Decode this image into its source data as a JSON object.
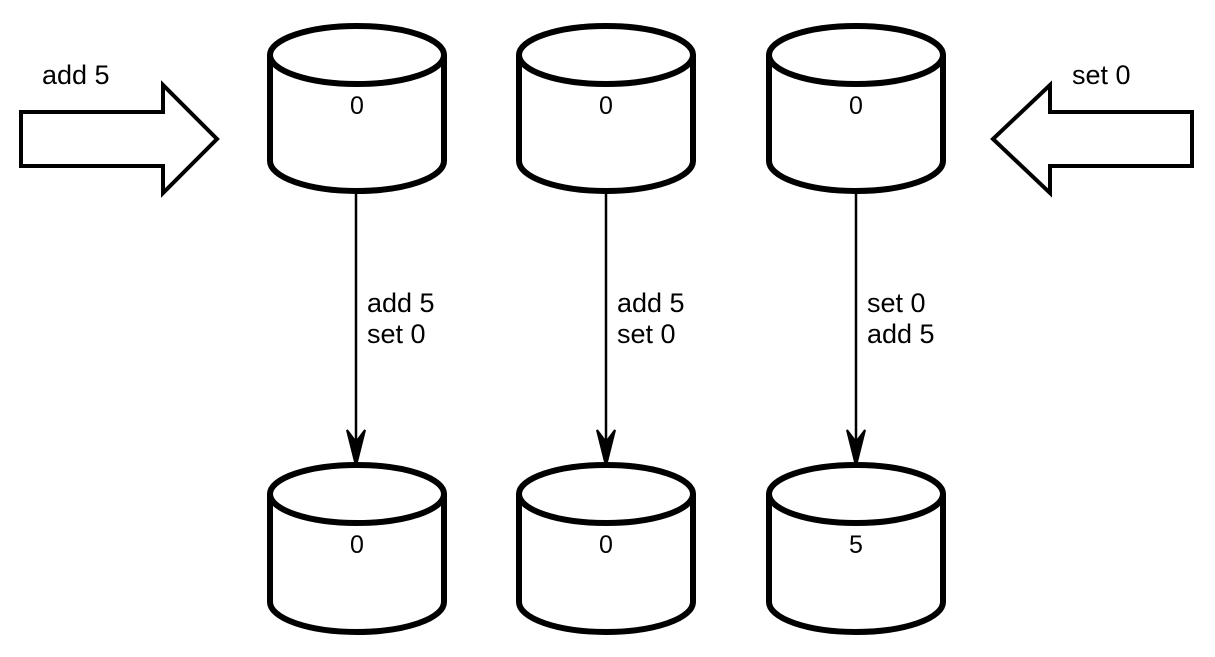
{
  "diagram": {
    "title": "concurrent-register-operations",
    "stroke_color": "#000000",
    "fill_color": "#ffffff",
    "text_color": "#000000"
  },
  "external_inputs": [
    {
      "id": "left-input",
      "label": "add 5",
      "direction": "right",
      "arrow_name": "right-pointing-arrow"
    },
    {
      "id": "right-input",
      "label": "set 0",
      "direction": "left",
      "arrow_name": "left-pointing-arrow"
    }
  ],
  "columns": [
    {
      "id": "replica-1",
      "top": {
        "value": "0"
      },
      "bottom": {
        "value": "0"
      },
      "operations": [
        "add 5",
        "set 0"
      ]
    },
    {
      "id": "replica-2",
      "top": {
        "value": "0"
      },
      "bottom": {
        "value": "0"
      },
      "operations": [
        "add 5",
        "set 0"
      ]
    },
    {
      "id": "replica-3",
      "top": {
        "value": "0"
      },
      "bottom": {
        "value": "5"
      },
      "operations": [
        "set 0",
        "add 5"
      ]
    }
  ]
}
